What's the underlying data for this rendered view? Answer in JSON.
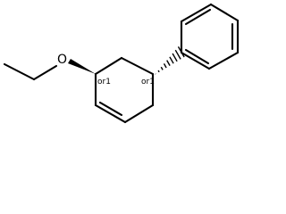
{
  "molecule": {
    "atoms": {
      "oxygen": "O"
    },
    "stereo_labels": {
      "ethoxy_carbon": "or1",
      "phenyl_carbon": "or1"
    }
  }
}
